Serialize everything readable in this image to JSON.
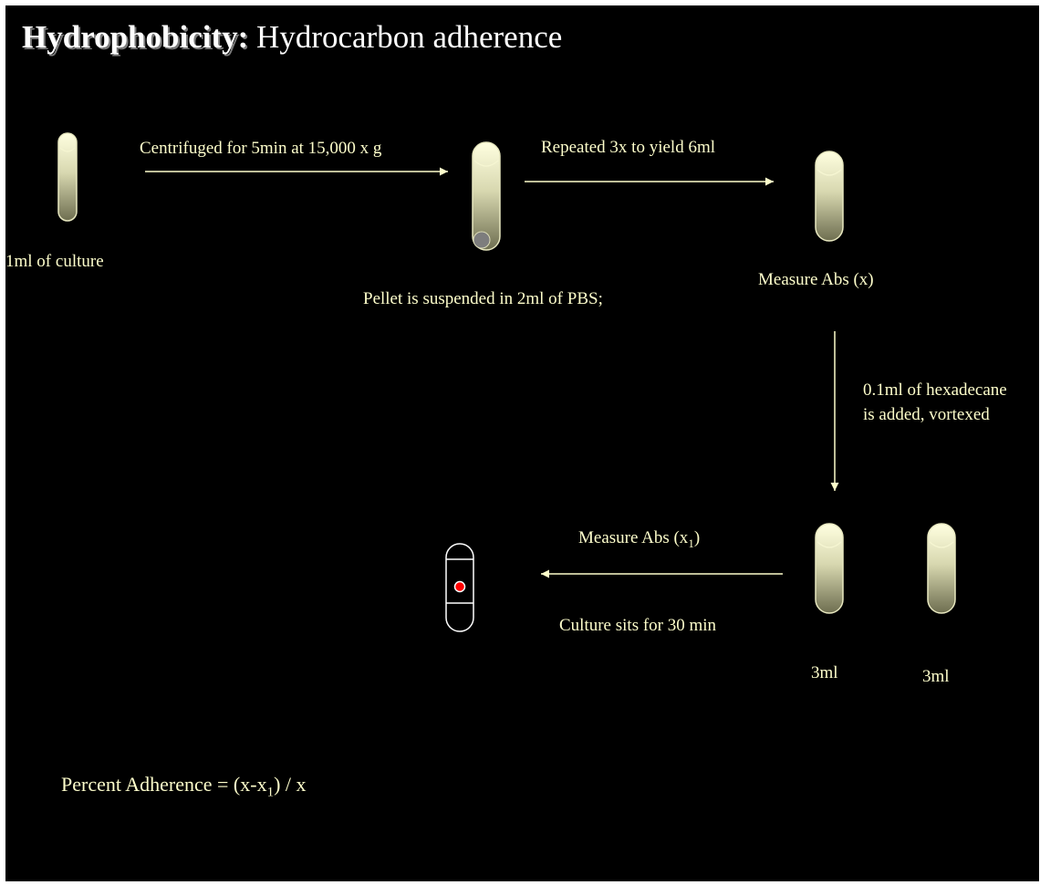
{
  "title": {
    "bold": "Hydrophobicity",
    "colon": ":",
    "rest": " Hydrocarbon adherence"
  },
  "labels": {
    "culture": "1ml of culture",
    "centrifuge": "Centrifuged for 5min at 15,000 x g",
    "pellet": "Pellet is suspended in 2ml of PBS;",
    "repeated": "Repeated 3x to yield 6ml",
    "measure_x": "Measure Abs (x)",
    "hexadecane_line1": "0.1ml of hexadecane",
    "hexadecane_line2": "is added, vortexed",
    "measure_x1_prefix": "Measure Abs (x",
    "measure_x1_sub": "1",
    "measure_x1_suffix": ")",
    "sits": "Culture sits for 30 min",
    "tube_a": "3ml",
    "tube_b": "3ml"
  },
  "formula": {
    "prefix": "Percent Adherence = (x-x",
    "sub": "1",
    "suffix": ") / x"
  },
  "colors": {
    "background": "#000000",
    "text": "#fefecb",
    "tube_top": "#ffffe0",
    "tube_bottom": "#6e6e50",
    "pellet": "#7d7d7d",
    "dot": "#ff0000"
  }
}
